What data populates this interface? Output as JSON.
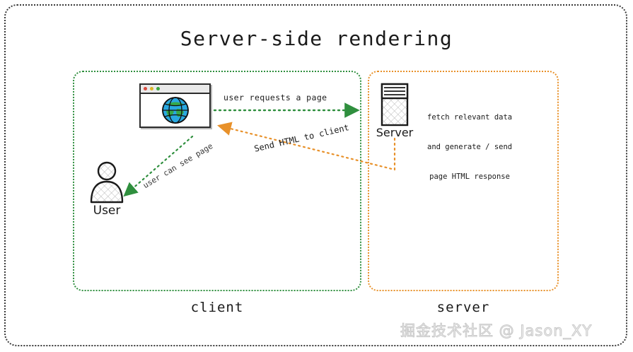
{
  "diagram": {
    "title": "Server-side rendering",
    "zones": [
      {
        "id": "client",
        "label": "client",
        "border_color": "#2f8f3e"
      },
      {
        "id": "server",
        "label": "server",
        "border_color": "#e8912a"
      }
    ],
    "nodes": [
      {
        "id": "user",
        "label": "User",
        "icon": "user-person-icon"
      },
      {
        "id": "browser",
        "label": "",
        "icon": "browser-window-globe-icon"
      },
      {
        "id": "server",
        "label": "Server",
        "icon": "server-rack-icon"
      }
    ],
    "edges": [
      {
        "id": "request",
        "label": "user requests a page",
        "color": "#2f8f3e",
        "from": "browser",
        "to": "server"
      },
      {
        "id": "response",
        "label": "Send HTML to client",
        "color": "#e8912a",
        "from": "server",
        "to": "browser"
      },
      {
        "id": "see-page",
        "label": "user can see page",
        "color": "#2f8f3e",
        "from": "browser",
        "to": "user"
      }
    ],
    "annotations": [
      {
        "id": "server-work",
        "lines": [
          "fetch relevant data",
          "and generate / send",
          "page HTML response"
        ]
      }
    ],
    "watermark": "掘金技术社区 @ Jason_XY",
    "browser_dots": [
      "red",
      "yellow",
      "green"
    ]
  }
}
